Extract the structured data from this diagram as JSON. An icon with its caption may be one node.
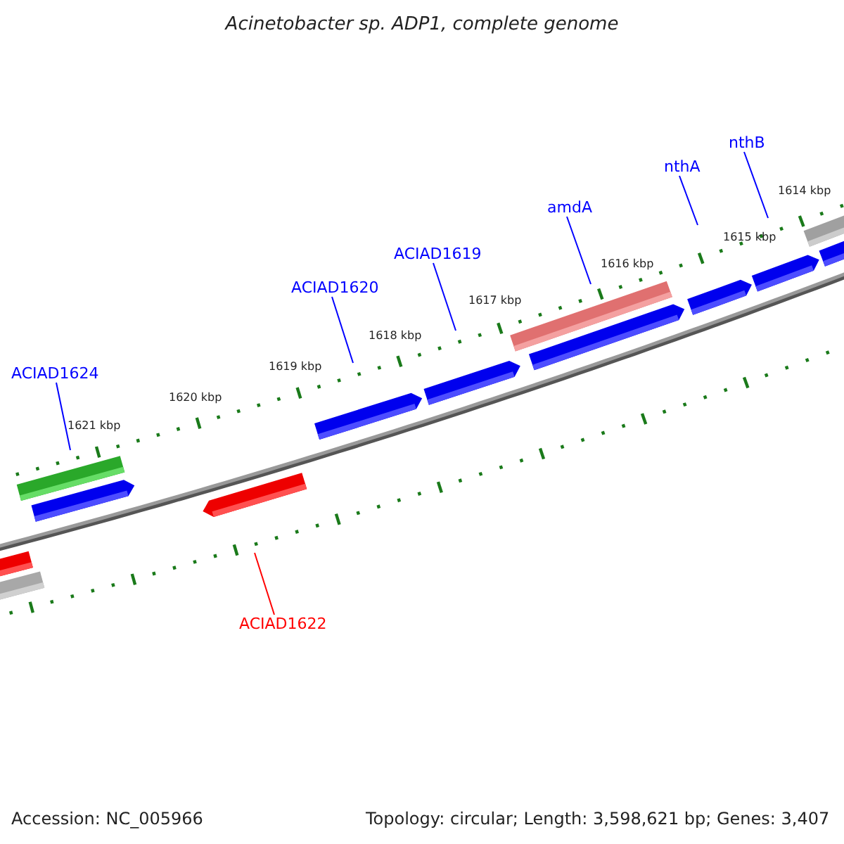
{
  "diagram": {
    "title": "Acinetobacter sp. ADP1, complete genome",
    "nodes": [
      {
        "text": [
          "ACIAD1624"
        ]
      },
      {
        "text": [
          "ACIAD1620"
        ]
      },
      {
        "text": [
          "ACIAD1619"
        ]
      },
      {
        "text": [
          "amdA"
        ]
      },
      {
        "text": [
          "nthA"
        ]
      },
      {
        "text": [
          "nthB"
        ]
      },
      {
        "text": [
          "ACIAD1622"
        ]
      }
    ],
    "edges": [
      {
        "from": 0,
        "to": null,
        "arrow": "none"
      },
      {
        "from": 1,
        "to": null,
        "arrow": "none"
      },
      {
        "from": 2,
        "to": null,
        "arrow": "none"
      },
      {
        "from": 3,
        "to": null,
        "arrow": "none"
      },
      {
        "from": 4,
        "to": null,
        "arrow": "none"
      },
      {
        "from": 5,
        "to": null,
        "arrow": "none"
      },
      {
        "from": 6,
        "to": null,
        "arrow": "none",
        "color": "#ff0000"
      }
    ],
    "labels": [
      "1614 kbp",
      "1615 kbp",
      "1616 kbp",
      "1617 kbp",
      "1618 kbp",
      "1619 kbp",
      "1620 kbp",
      "1621 kbp",
      "Accession: NC_005966",
      "Topology: circular; Length: 3,598,621 bp; Genes: 3,407"
    ]
  }
}
